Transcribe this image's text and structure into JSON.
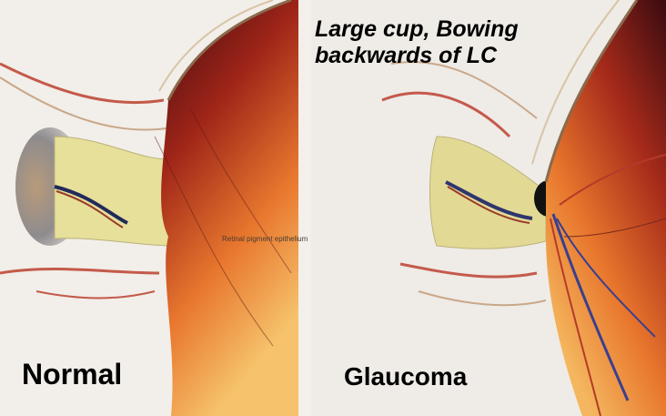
{
  "labels": {
    "top_annotation_line1": "Large cup, Bowing",
    "top_annotation_line2": "backwards of LC",
    "left_panel": "Normal",
    "right_panel": "Glaucoma",
    "small_annotation": "Retinal pigment epithelium"
  },
  "colors": {
    "background": "#f1ede8",
    "retina_dark": "#4a0f12",
    "retina_mid": "#b5341c",
    "retina_light": "#f3b45a",
    "nerve_yellow": "#e4dc8a",
    "vessel_red": "#b8463a",
    "vessel_blue": "#3a3f8f"
  }
}
